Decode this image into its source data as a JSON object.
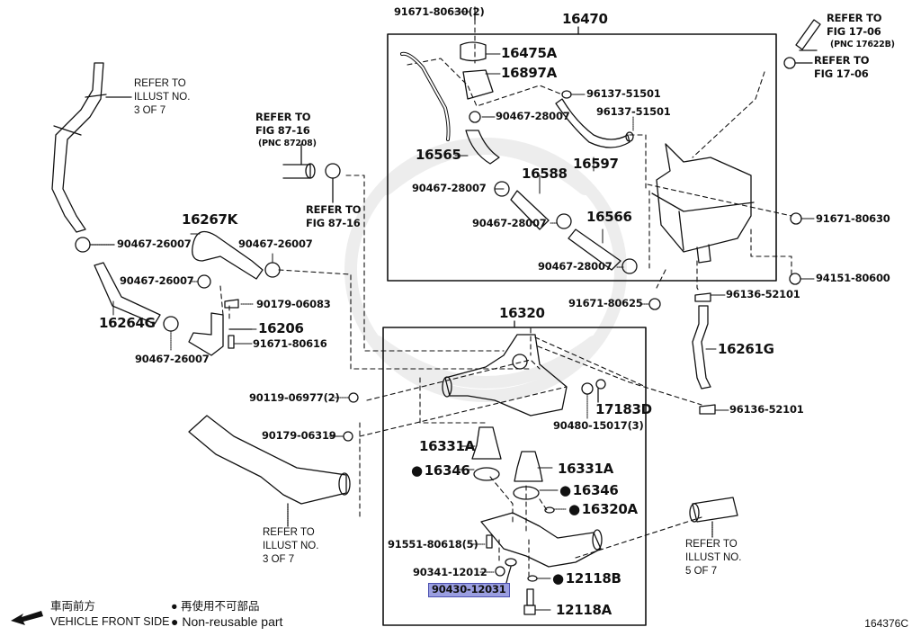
{
  "diagram": {
    "title_id": "164376C",
    "groups": {
      "reservoir_assembly": "16470",
      "water_inlet_housing": "16320"
    },
    "parts": {
      "p_91671_80630_2": "91671-80630(2)",
      "p_16475A": "16475A",
      "p_16897A": "16897A",
      "p_96137_51501_a": "96137-51501",
      "p_96137_51501_b": "96137-51501",
      "p_90467_28007_a": "90467-28007",
      "p_90467_28007_b": "90467-28007",
      "p_90467_28007_c": "90467-28007",
      "p_90467_28007_d": "90467-28007",
      "p_16565": "16565",
      "p_16597": "16597",
      "p_16588": "16588",
      "p_16566": "16566",
      "p_91671_80630": "91671-80630",
      "p_94151_80600": "94151-80600",
      "p_91671_80625": "91671-80625",
      "p_96136_52101_a": "96136-52101",
      "p_96136_52101_b": "96136-52101",
      "p_16261G": "16261G",
      "p_16267K": "16267K",
      "p_90467_26007_a": "90467-26007",
      "p_90467_26007_b": "90467-26007",
      "p_90467_26007_c": "90467-26007",
      "p_90467_26007_d": "90467-26007",
      "p_16264G": "16264G",
      "p_90179_06083": "90179-06083",
      "p_16206": "16206",
      "p_91671_80616": "91671-80616",
      "p_90119_06977_2": "90119-06977(2)",
      "p_90179_06319": "90179-06319",
      "p_17183D": "17183D",
      "p_90480_15017_3": "90480-15017(3)",
      "p_16331A_a": "16331A",
      "p_16331A_b": "16331A",
      "p_16346_a": "16346",
      "p_16346_b": "16346",
      "p_16320A": "16320A",
      "p_91551_80618_5": "91551-80618(5)",
      "p_90341_12012": "90341-12012",
      "p_90430_12031": "90430-12031",
      "p_12118B": "12118B",
      "p_12118A": "12118A"
    },
    "references": {
      "ref_fig_17_06_pnc": "REFER TO\nFIG 17-06",
      "ref_fig_17_06_pnc_code": "(PNC 17622B)",
      "ref_fig_17_06": "REFER TO\nFIG 17-06",
      "ref_illust_3_top": "REFER TO\nILLUST NO.\n3 OF 7",
      "ref_fig_87_16_pnc": "REFER TO\nFIG 87-16",
      "ref_fig_87_16_pnc_code": "(PNC 87208)",
      "ref_fig_87_16": "REFER TO\nFIG 87-16",
      "ref_illust_3_bottom": "REFER TO\nILLUST NO.\n3 OF 7",
      "ref_illust_5": "REFER TO\nILLUST NO.\n5 OF 7"
    },
    "highlighted_part": "90430-12031",
    "highlight_color": "#9a9ee0"
  },
  "legend": {
    "front_jp": "車両前方",
    "front_en": "VEHICLE FRONT SIDE",
    "nonreuse_jp": "再使用不可部品",
    "nonreuse_en": "Non-reusable part"
  }
}
